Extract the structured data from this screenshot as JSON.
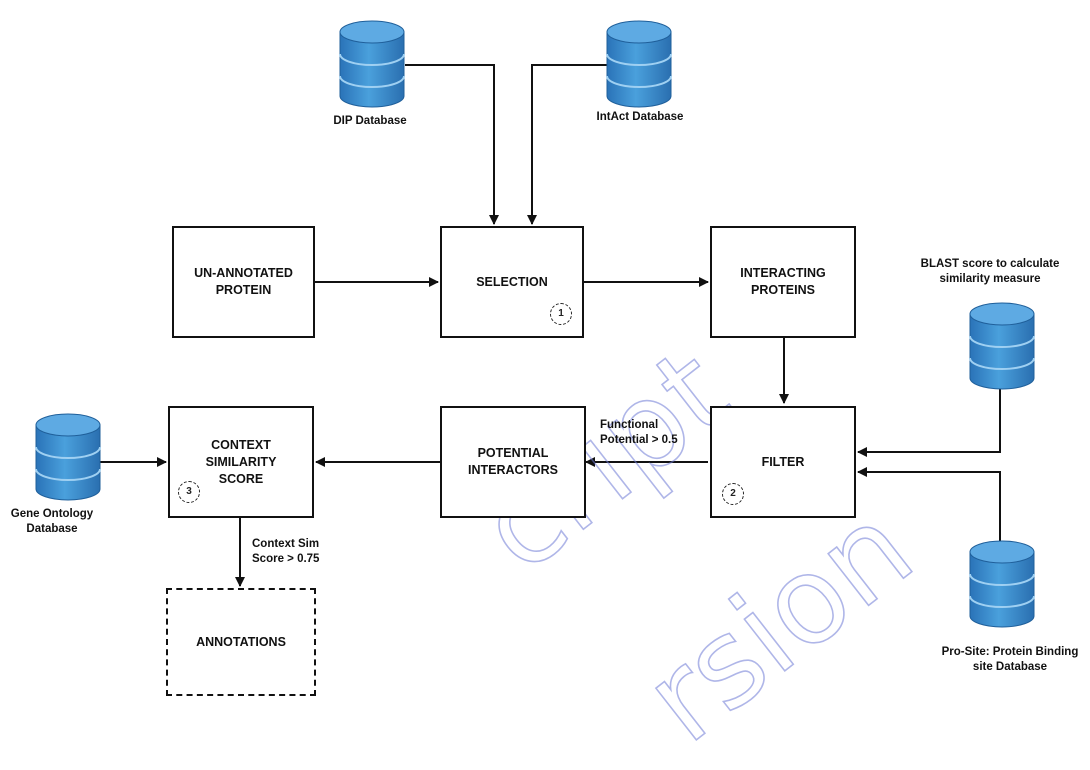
{
  "nodes": {
    "unannotated": "UN-ANNOTATED\nPROTEIN",
    "selection": "SELECTION",
    "interacting": "INTERACTING\nPROTEINS",
    "filter": "FILTER",
    "potential": "POTENTIAL\nINTERACTORS",
    "context": "CONTEXT\nSIMILARITY\nSCORE",
    "annotations": "ANNOTATIONS"
  },
  "badges": {
    "selection": "1",
    "filter": "2",
    "context": "3"
  },
  "databases": {
    "dip": "DIP Database",
    "intact": "IntAct Database",
    "blast": "BLAST score to calculate\nsimilarity measure",
    "gene_ontology": "Gene Ontology\nDatabase",
    "prosite": "Pro-Site: Protein Binding\nsite Database"
  },
  "edge_labels": {
    "functional": "Functional\nPotential > 0.5",
    "context_sim": "Context Sim\nScore > 0.75"
  },
  "watermark": [
    "cript",
    "rsion"
  ],
  "colors": {
    "db_fill": "#3a8fd0",
    "db_dark": "#1f5f9a",
    "db_top": "#6fb3e6",
    "line": "#111111",
    "watermark": "#6f7bd6"
  }
}
